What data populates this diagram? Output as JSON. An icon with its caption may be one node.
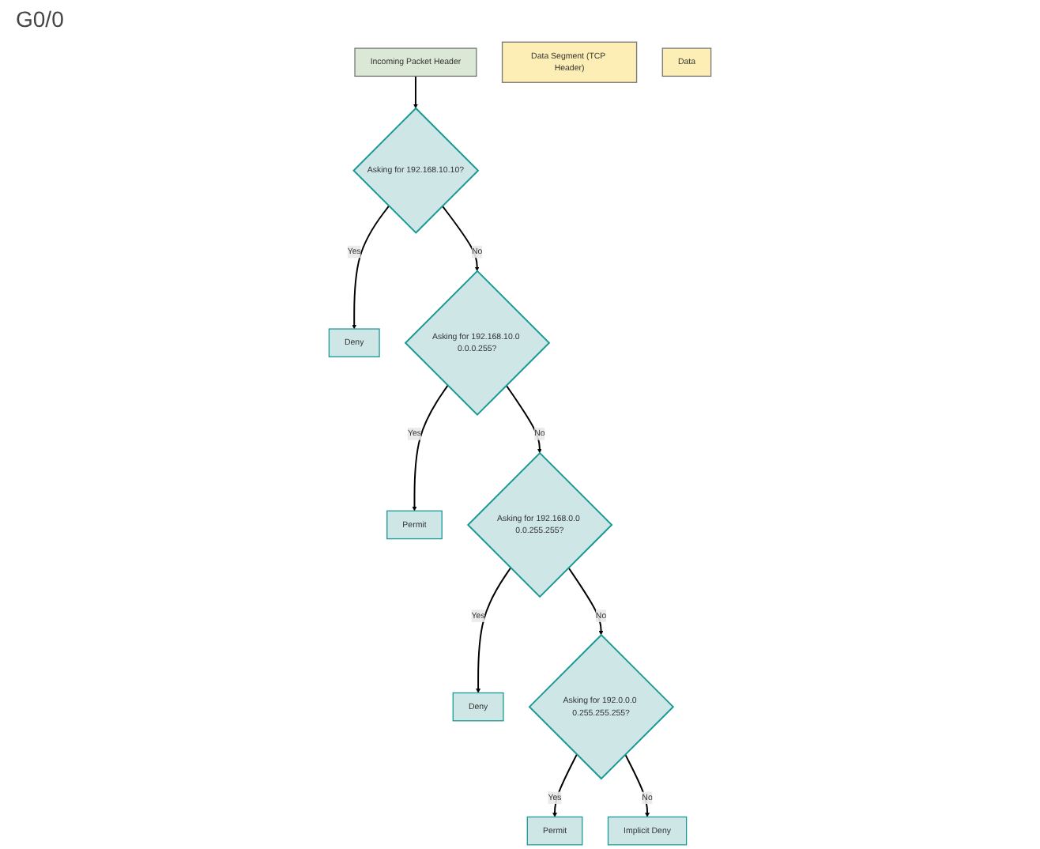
{
  "diagram": {
    "nodes": [
      {
        "text": [
          "Incoming Packet Header"
        ]
      },
      {
        "text": [
          "Data Segment (TCP Header)"
        ]
      },
      {
        "text": [
          "Data"
        ]
      },
      {
        "text": [
          "Asking for 192.168.10.10?"
        ]
      },
      {
        "text": [
          "Deny"
        ]
      },
      {
        "text": [
          "Asking for 192.168.10.0 0.0.0.255?"
        ]
      },
      {
        "text": [
          "Permit"
        ]
      },
      {
        "text": [
          "Asking for 192.168.0.0 0.0.255.255?"
        ]
      },
      {
        "text": [
          "Deny"
        ]
      },
      {
        "text": [
          "Asking for 192.0.0.0 0.255.255.255?"
        ]
      },
      {
        "text": [
          "Permit"
        ]
      },
      {
        "text": [
          "Implicit Deny"
        ]
      }
    ],
    "edges": [
      {
        "from": 0,
        "to": 3,
        "arrow": "to"
      },
      {
        "from": 3,
        "to": 4,
        "label": "Yes",
        "arrow": "to"
      },
      {
        "from": 3,
        "to": 5,
        "label": "No",
        "arrow": "to"
      },
      {
        "from": 5,
        "to": 6,
        "label": "Yes",
        "arrow": "to"
      },
      {
        "from": 5,
        "to": 7,
        "label": "No",
        "arrow": "to"
      },
      {
        "from": 7,
        "to": 8,
        "label": "Yes",
        "arrow": "to"
      },
      {
        "from": 7,
        "to": 9,
        "label": "No",
        "arrow": "to"
      },
      {
        "from": 9,
        "to": 10,
        "label": "Yes",
        "arrow": "to"
      },
      {
        "from": 9,
        "to": 11,
        "label": "No",
        "arrow": "to"
      }
    ],
    "labels": [
      "G0/0"
    ]
  }
}
